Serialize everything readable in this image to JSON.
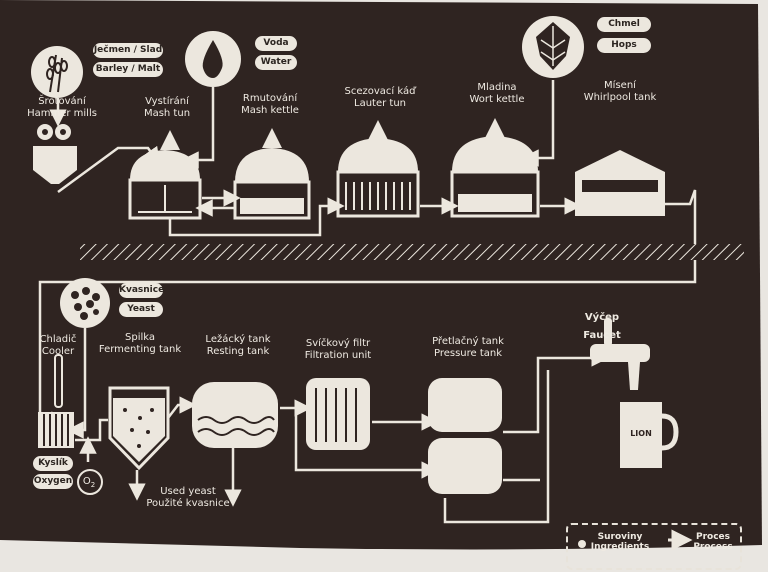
{
  "ingredients": {
    "grain": [
      "Ječmen / Slad",
      "Barley / Malt"
    ],
    "water": [
      "Voda",
      "Water"
    ],
    "hops": [
      "Chmel",
      "Hops"
    ],
    "yeast": [
      "Kvasnice",
      "Yeast"
    ],
    "oxygen": [
      "Kyslík",
      "Oxygen"
    ],
    "o2_symbol": "O",
    "o2_subscript": "2"
  },
  "stages": {
    "hammer_mills": [
      "Šrotování",
      "Hammer mills"
    ],
    "mash_tun": [
      "Vystírání",
      "Mash tun"
    ],
    "mash_kettle": [
      "Rmutování",
      "Mash kettle"
    ],
    "lauter_tun": [
      "Scezovací káď",
      "Lauter tun"
    ],
    "wort_kettle": [
      "Mladina",
      "Wort kettle"
    ],
    "whirlpool": [
      "Mísení",
      "Whirlpool tank"
    ],
    "cooler": [
      "Chladič",
      "Cooler"
    ],
    "fermenting": [
      "Spilka",
      "Fermenting tank"
    ],
    "resting": [
      "Ležácký tank",
      "Resting tank"
    ],
    "filtration": [
      "Svíčkový filtr",
      "Filtration unit"
    ],
    "pressure": [
      "Přetlačný tank",
      "Pressure tank"
    ],
    "faucet": [
      "Výčep",
      "Faucet"
    ],
    "used_yeast": [
      "Used yeast",
      "Použité kvasnice"
    ]
  },
  "mug_logo": "LION",
  "legend": {
    "ingredients": [
      "Suroviny",
      "Ingredients"
    ],
    "process": [
      "Proces",
      "Process"
    ]
  },
  "colors": {
    "board": "#2f2421",
    "line": "#ece7de",
    "frame": "#e9e6e1"
  }
}
